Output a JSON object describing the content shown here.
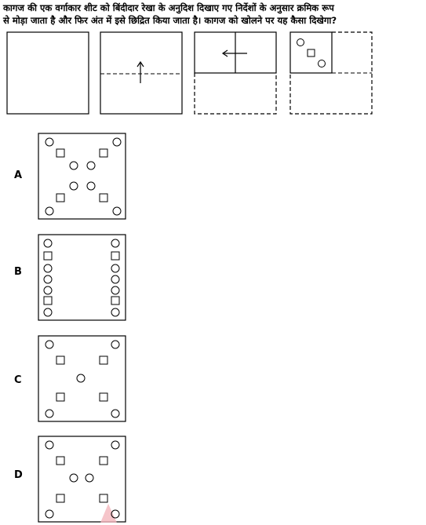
{
  "question": {
    "line1": "कागज की एक वर्गाकार शीट को बिंदीदार रेखा के अनुदिश दिखाए गए निर्देशों के अनुसार क्रमिक रूप",
    "line2": "से मोड़ा जाता है और फिर अंत में इसे छिद्रित किया जाता है। कागज को खोलने पर यह कैसा दिखेगा?"
  },
  "fold_steps": [
    {
      "step": 1,
      "description": "unfolded square sheet"
    },
    {
      "step": 2,
      "description": "horizontal dotted fold line, arrow pointing up"
    },
    {
      "step": 3,
      "description": "vertical fold line, arrow pointing left"
    },
    {
      "step": 4,
      "description": "folded quarter punched with two circles and one square"
    }
  ],
  "options": [
    {
      "label": "A"
    },
    {
      "label": "B"
    },
    {
      "label": "C"
    },
    {
      "label": "D"
    }
  ],
  "colors": {
    "line": "#000000",
    "highlight": "#f4b6bd"
  }
}
